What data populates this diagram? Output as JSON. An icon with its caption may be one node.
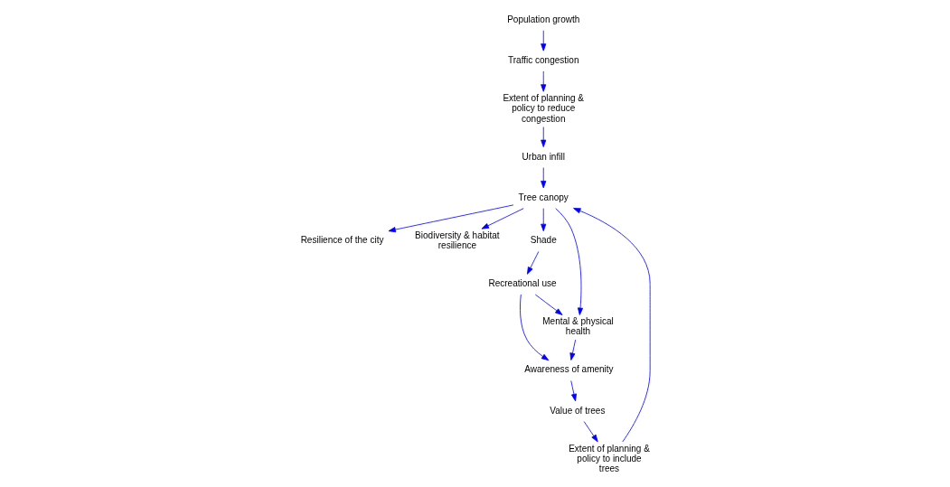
{
  "diagram": {
    "nodes": [
      {
        "text": [
          "Extent of planning & policy to reduce congestion"
        ]
      },
      {
        "text": [
          "Urban infill"
        ]
      },
      {
        "text": [
          "Resilience of the city"
        ]
      },
      {
        "text": [
          "Biodiversity & habitat resilience"
        ]
      },
      {
        "text": [
          "Traffic congestion"
        ]
      },
      {
        "text": [
          "Tree canopy"
        ]
      },
      {
        "text": [
          "Extent of planning & policy to include trees"
        ]
      },
      {
        "text": [
          "Shade"
        ]
      },
      {
        "text": [
          "Mental & physical health"
        ]
      },
      {
        "text": [
          "Population growth"
        ]
      },
      {
        "text": [
          "Recreational use"
        ]
      },
      {
        "text": [
          "Value of trees"
        ]
      },
      {
        "text": [
          "Awareness of amenity"
        ]
      }
    ],
    "edges": [
      {
        "from": 0,
        "to": 1,
        "arrow": "to"
      },
      {
        "from": 1,
        "to": 5,
        "arrow": "to"
      },
      {
        "from": 5,
        "to": 2,
        "arrow": "to"
      },
      {
        "from": 5,
        "to": 3,
        "arrow": "to"
      },
      {
        "from": 5,
        "to": 8,
        "arrow": "to"
      },
      {
        "from": 5,
        "to": 7,
        "arrow": "to"
      },
      {
        "from": 7,
        "to": 10,
        "arrow": "to"
      },
      {
        "from": 10,
        "to": 8,
        "arrow": "to"
      },
      {
        "from": 8,
        "to": 12,
        "arrow": "to"
      },
      {
        "from": 10,
        "to": 12,
        "arrow": "to"
      },
      {
        "from": 12,
        "to": 11,
        "arrow": "to"
      },
      {
        "from": 11,
        "to": 6,
        "arrow": "to"
      },
      {
        "from": 6,
        "to": 5,
        "arrow": "to"
      },
      {
        "from": 9,
        "to": 4,
        "arrow": "to"
      },
      {
        "from": 4,
        "to": 0,
        "arrow": "to"
      }
    ]
  }
}
